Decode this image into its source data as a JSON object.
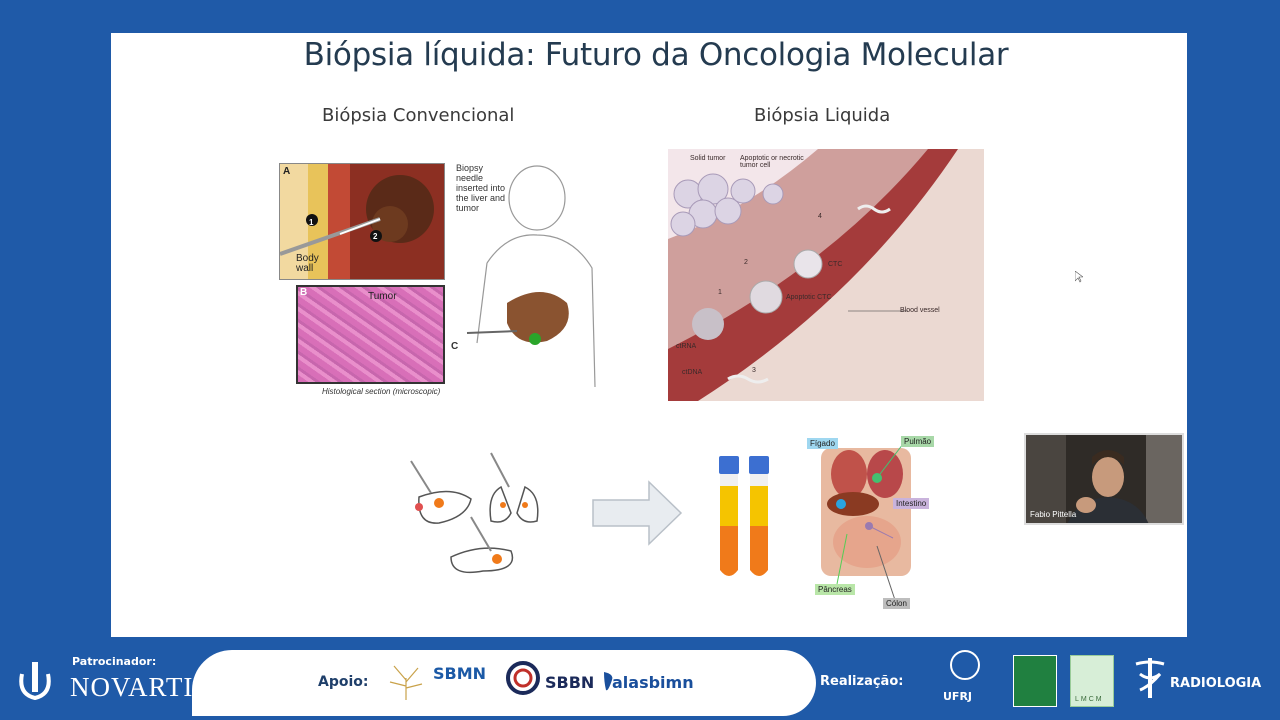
{
  "slide": {
    "title": "Biópsia líquida: Futuro da Oncologia Molecular",
    "left_heading": "Biópsia Convencional",
    "right_heading": "Biópsia Liquida"
  },
  "conventional_figure": {
    "panel_a_label": "A",
    "body_wall": "Body wall",
    "step1": "1",
    "step2": "2",
    "panel_b_label": "B",
    "tumor": "Tumor",
    "caption": "Histological section (microscopic)",
    "needle_text": "Biopsy needle inserted into the liver and tumor",
    "panel_c_label": "C"
  },
  "liquid_figure": {
    "solid_tumor": "Solid tumor",
    "apoptotic": "Apoptotic or necrotic tumor cell",
    "ctc": "CTC",
    "apoptotic_ctc": "Apoptotic CTC",
    "blood_vessel": "Blood vessel",
    "ctrna": "ctRNA",
    "ctdna": "ctDNA",
    "n1": "1",
    "n2": "2",
    "n3": "3",
    "n4": "4"
  },
  "anatomy": {
    "figado": "Fígado",
    "pulmao": "Pulmão",
    "intestino": "Intestino",
    "pancreas": "Pâncreas",
    "colon": "Cólon"
  },
  "webcam": {
    "name": "Fabio Pittella"
  },
  "footer": {
    "sponsor_label": "Patrocinador:",
    "sponsor": "NOVARTIS",
    "support_label": "Apoio:",
    "sbmn": "SBMN",
    "sbbn": "SBBN",
    "alasbimn": "alasbimn",
    "organizer_label": "Realização:",
    "ufrj": "UFRJ",
    "lmcm": "LMCM",
    "radiologia": "RADIOLOGIA"
  },
  "colors": {
    "background": "#1f5aa8",
    "title": "#243b50",
    "tube_plasma": "#f5c400",
    "tube_blood": "#f07a1a",
    "tube_cap": "#3c6fd1"
  }
}
